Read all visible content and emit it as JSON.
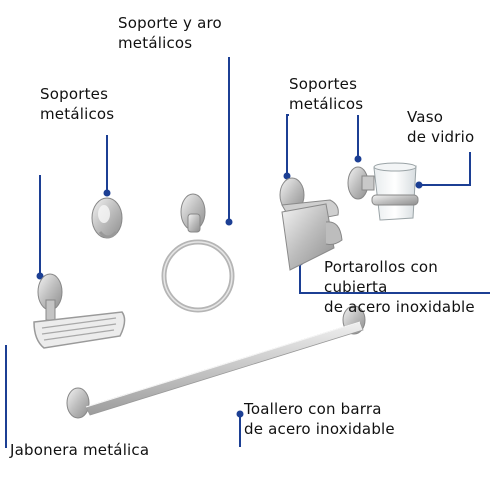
{
  "colors": {
    "callout": "#1c3f94",
    "text": "#111111",
    "metal": "#c9c9c9"
  },
  "labels": {
    "ring": [
      "Soporte y aro",
      "metálicos"
    ],
    "supports_left": [
      "Soportes",
      "metálicos"
    ],
    "supports_right": [
      "Soportes",
      "metálicos"
    ],
    "glass": [
      "Vaso",
      "de vidrio"
    ],
    "paper_holder": [
      "Portarollos con cubierta",
      "de acero inoxidable"
    ],
    "towel_bar": [
      "Toallero con barra",
      "de acero inoxidable"
    ],
    "soap_dish": [
      "Jabonera metálica"
    ]
  }
}
